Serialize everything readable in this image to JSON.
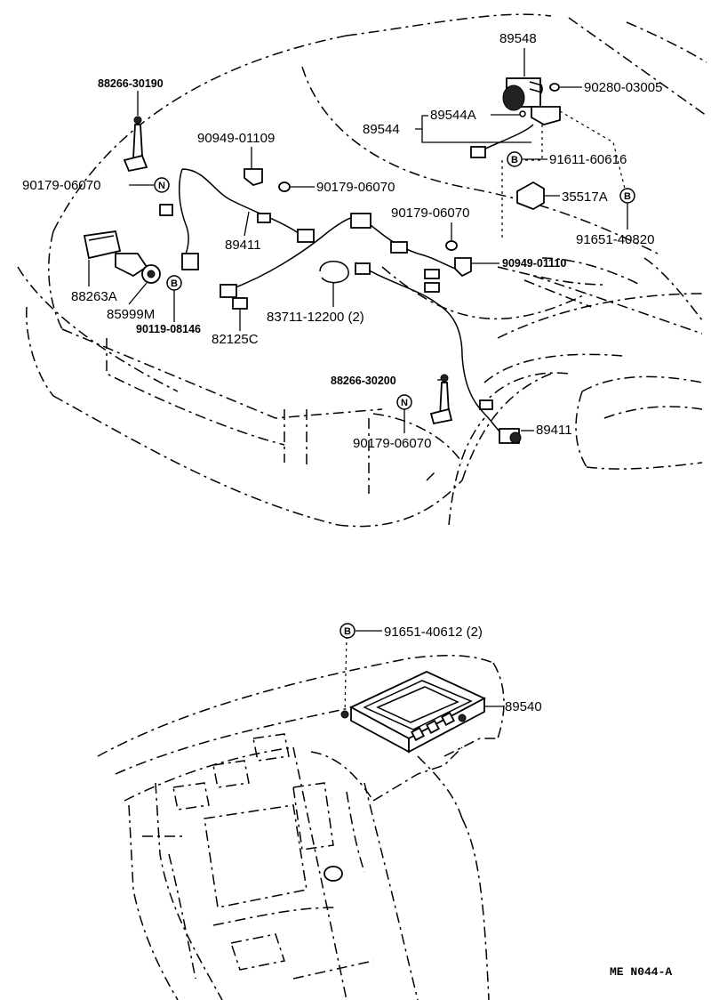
{
  "diagram": {
    "code": "ME  N044-A",
    "labels": {
      "p89548": "89548",
      "p90280": "90280-03005",
      "p88266a": "88266-30190",
      "p89544": "89544",
      "p89544a": "89544A",
      "p90949a": "90949-01109",
      "p91611": "91611-60616",
      "p90179a": "90179-06070",
      "p90179b": "90179-06070",
      "p35517": "35517A",
      "p90179c": "90179-06070",
      "p89411a": "89411",
      "p91651a": "91651-40820",
      "p90949b": "90949-01110",
      "p88263": "88263A",
      "p85999": "85999M",
      "p83711": "83711-12200 (2)",
      "p90119": "90119-08146",
      "p82125": "82125C",
      "p88266b": "88266-30200",
      "p89411b": "89411",
      "p90179d": "90179-06070",
      "p91651b": "91651-40612 (2)",
      "p89540": "89540"
    },
    "symbols": {
      "n": "N",
      "b": "B"
    }
  }
}
